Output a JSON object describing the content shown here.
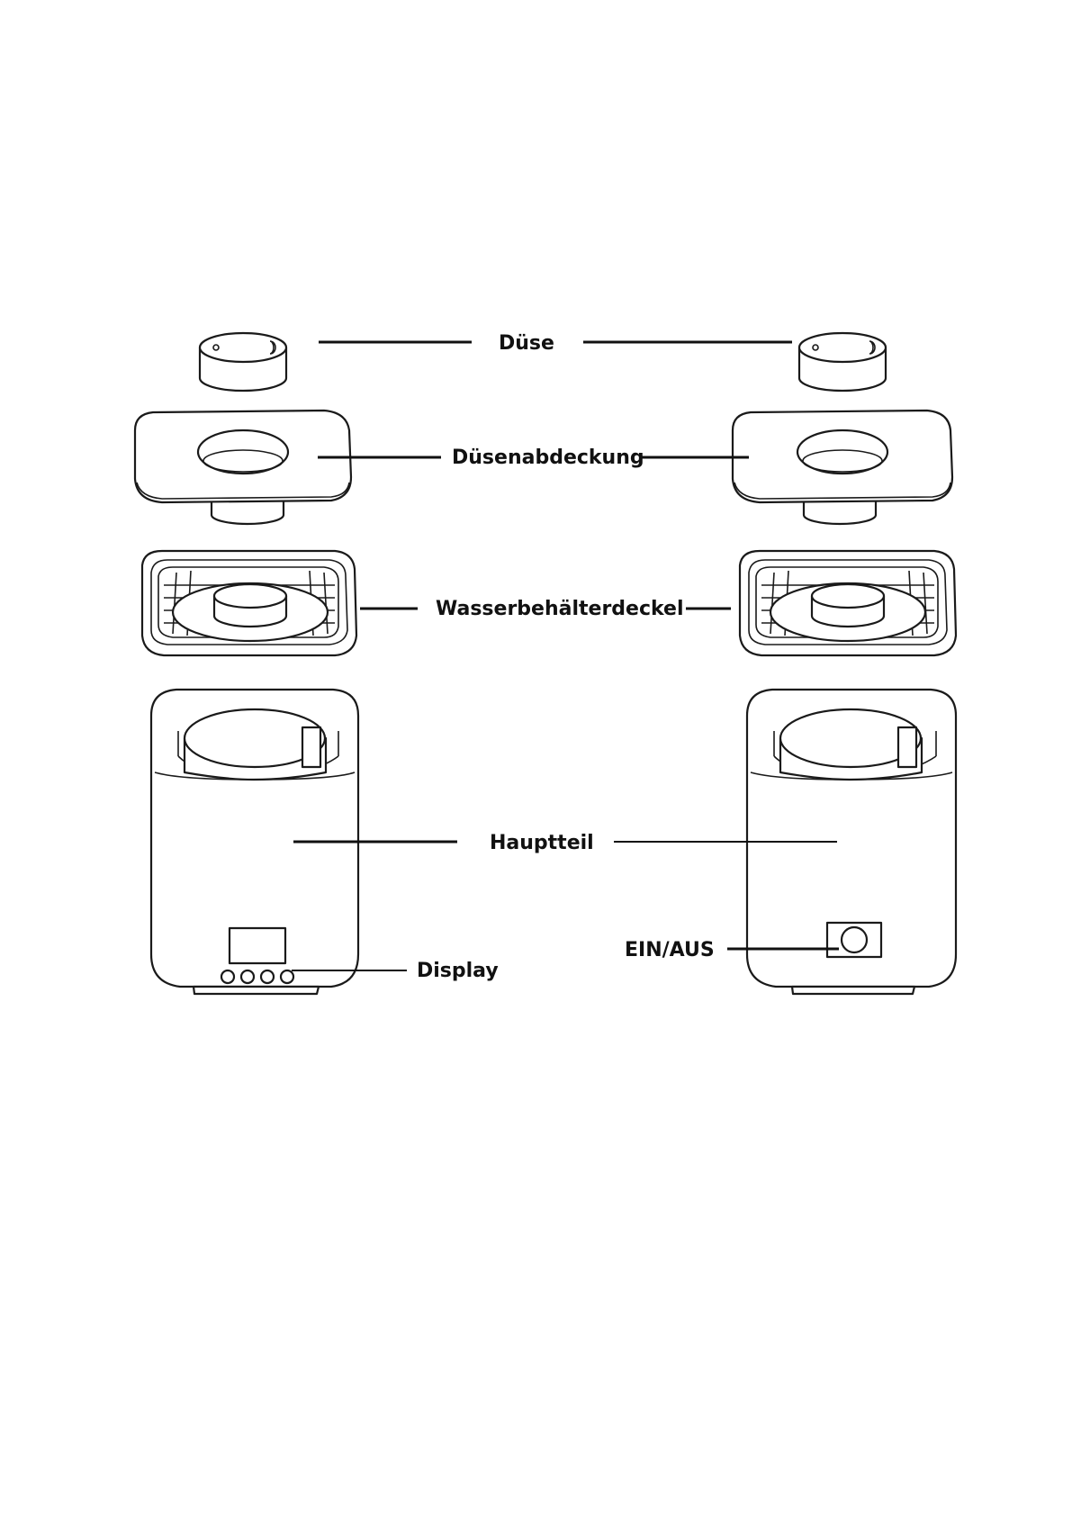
{
  "labels": {
    "nozzle": "Düse",
    "nozzle_cover": "Düsenabdeckung",
    "tank_lid": "Wasserbehälterdeckel",
    "main_body": "Hauptteil",
    "display": "Display",
    "power": "EIN/AUS"
  },
  "colors": {
    "line": "#1a1a1a",
    "background": "#ffffff"
  }
}
